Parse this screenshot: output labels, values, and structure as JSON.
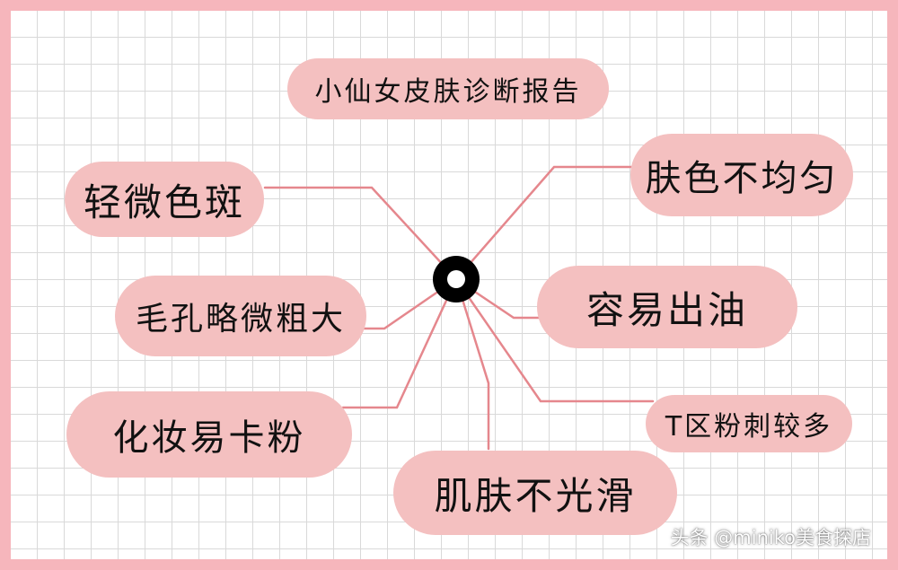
{
  "title": "小仙女皮肤诊断报告",
  "branches": [
    {
      "id": "light-spots",
      "label": "轻微色斑"
    },
    {
      "id": "enlarged-pores",
      "label": "毛孔略微粗大"
    },
    {
      "id": "makeup-cakey",
      "label": "化妆易卡粉"
    },
    {
      "id": "uneven-tone",
      "label": "肤色不均匀"
    },
    {
      "id": "oily",
      "label": "容易出油"
    },
    {
      "id": "t-zone-acne",
      "label": "T区粉刺较多"
    },
    {
      "id": "not-smooth",
      "label": "肌肤不光滑"
    }
  ],
  "watermark": "头条 @miniko美食探店",
  "colors": {
    "frame": "#f6b6bc",
    "pill": "#f4c0c0",
    "connector": "#e5878d",
    "center": "#000000"
  }
}
